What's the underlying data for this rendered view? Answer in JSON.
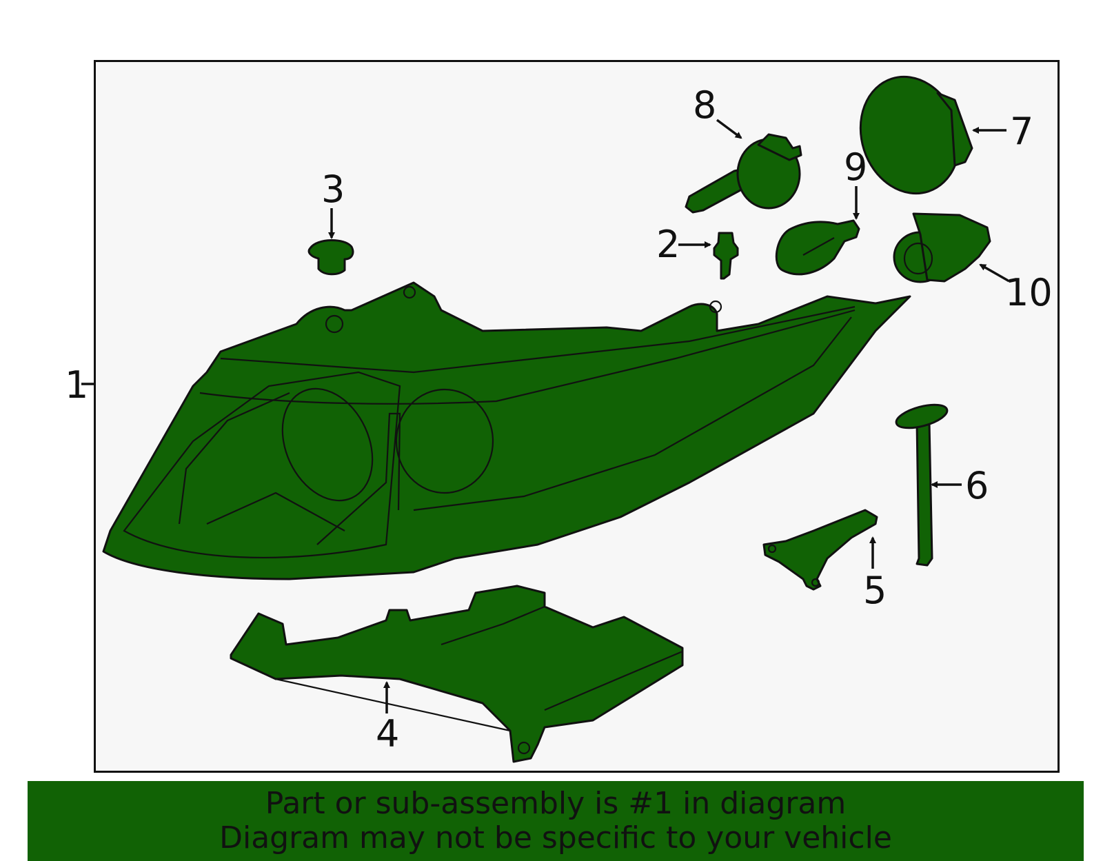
{
  "diagram": {
    "callouts": [
      "1",
      "2",
      "3",
      "4",
      "5",
      "6",
      "7",
      "8",
      "9",
      "10"
    ],
    "colors": {
      "part_fill": "#116205",
      "outline": "#111111",
      "background": "#f7f7f7"
    }
  },
  "footer": {
    "line1": "Part or sub-assembly is #1 in diagram",
    "line2": "Diagram may not be specific to your vehicle"
  }
}
